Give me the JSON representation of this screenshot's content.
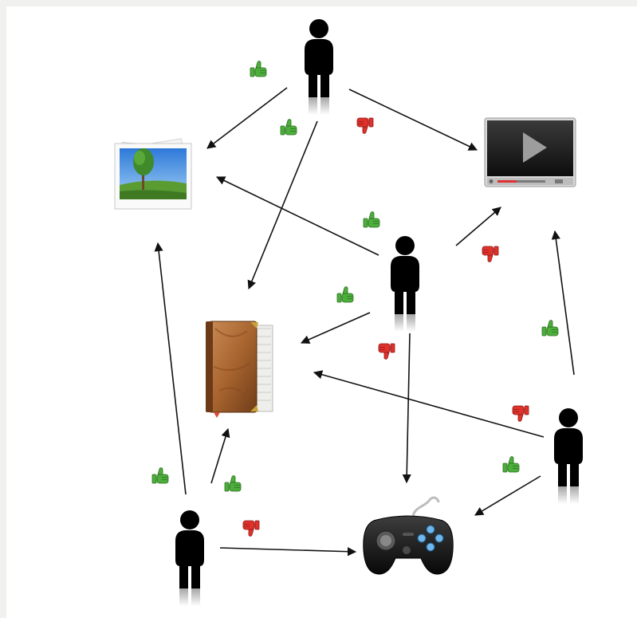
{
  "colors": {
    "background": "#ffffff",
    "frame": "#f1f1ef",
    "person": "#000000",
    "arrow": "#111111",
    "like": "#4caf3c",
    "dislike": "#e0322c"
  },
  "items": [
    {
      "id": "photo",
      "kind": "photo",
      "icon": "photo-stack-icon"
    },
    {
      "id": "video",
      "kind": "video",
      "icon": "video-player-icon"
    },
    {
      "id": "book",
      "kind": "book",
      "icon": "book-icon"
    },
    {
      "id": "gamepad",
      "kind": "gamepad",
      "icon": "gamepad-icon"
    }
  ],
  "users": [
    {
      "id": "user-top",
      "icon": "person-icon"
    },
    {
      "id": "user-middle",
      "icon": "person-icon"
    },
    {
      "id": "user-right",
      "icon": "person-icon"
    },
    {
      "id": "user-bottom-left",
      "icon": "person-icon"
    }
  ],
  "edges": [
    {
      "from": "user-top",
      "to": "photo",
      "rating": "like"
    },
    {
      "from": "user-top",
      "to": "book",
      "rating": "like"
    },
    {
      "from": "user-top",
      "to": "video",
      "rating": "dislike"
    },
    {
      "from": "user-middle",
      "to": "photo",
      "rating": "like"
    },
    {
      "from": "user-middle",
      "to": "video",
      "rating": "dislike"
    },
    {
      "from": "user-middle",
      "to": "book",
      "rating": "like"
    },
    {
      "from": "user-middle",
      "to": "gamepad",
      "rating": "dislike"
    },
    {
      "from": "user-right",
      "to": "video",
      "rating": "like"
    },
    {
      "from": "user-right",
      "to": "book",
      "rating": "dislike"
    },
    {
      "from": "user-right",
      "to": "gamepad",
      "rating": "like"
    },
    {
      "from": "user-bottom-left",
      "to": "photo",
      "rating": "like"
    },
    {
      "from": "user-bottom-left",
      "to": "book",
      "rating": "like"
    },
    {
      "from": "user-bottom-left",
      "to": "gamepad",
      "rating": "dislike"
    }
  ]
}
